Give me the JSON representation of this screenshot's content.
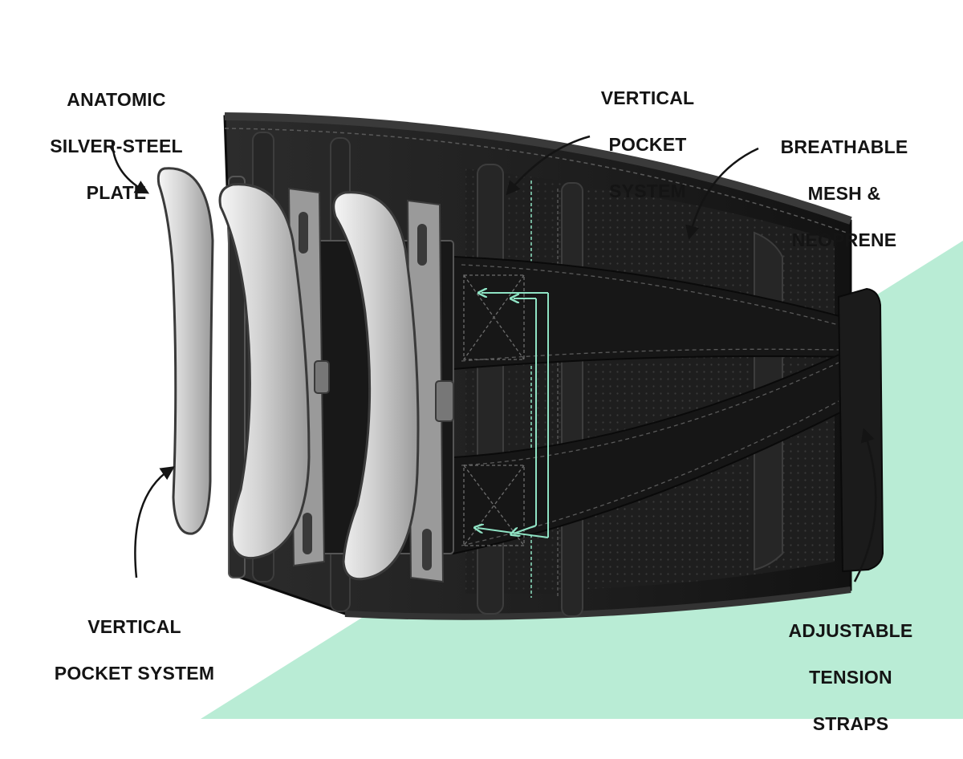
{
  "colors": {
    "background": "#ffffff",
    "accent_mint": "#b9ecd5",
    "belt_dark": "#1a1a1a",
    "belt_mid": "#2a2a2a",
    "strap": "#161616",
    "stitch": "#6d6d6d",
    "steel_light": "#eeeeee",
    "steel_dark": "#9b9b9b",
    "arrow": "#141414",
    "guide_line": "#8fe3c4"
  },
  "labels": {
    "anatomic_plate": [
      "ANATOMIC",
      "SILVER-STEEL",
      "PLATE"
    ],
    "vertical_pocket_top": [
      "VERTICAL",
      "POCKET",
      "SYSTEM"
    ],
    "breathable_mesh": [
      "BREATHABLE",
      "MESH &",
      "NEOPRENE"
    ],
    "vertical_pocket_bottom": [
      "VERTICAL",
      "POCKET SYSTEM"
    ],
    "tension_straps": [
      "ADJUSTABLE",
      "TENSION",
      "STRAPS"
    ]
  },
  "icons": {
    "callout": "curved-arrow-icon",
    "plate": "steel-plate-icon"
  }
}
